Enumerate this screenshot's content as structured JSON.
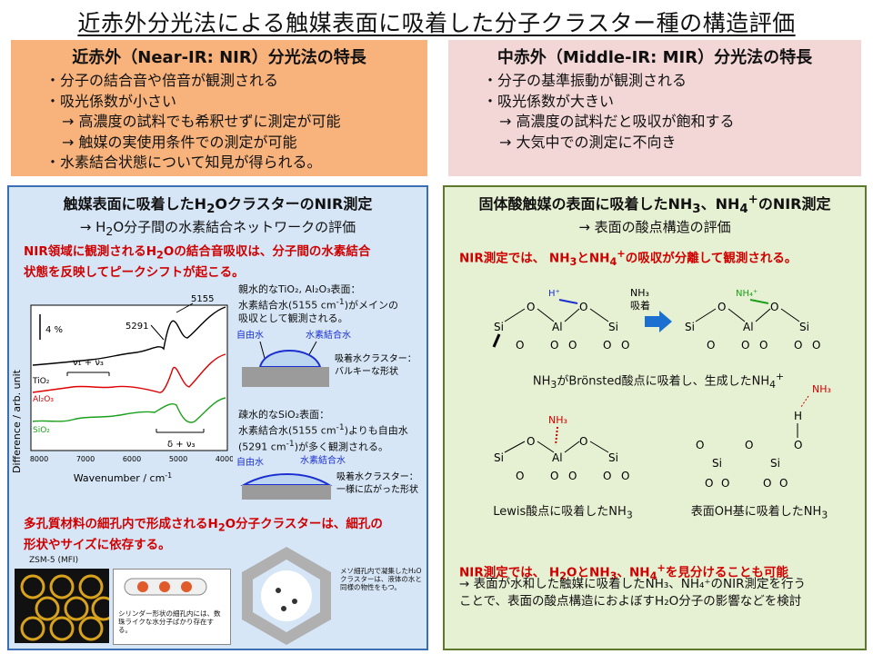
{
  "title": "近赤外分光法による触媒表面に吸着した分子クラスター種の構造評価",
  "nir_box": {
    "heading": "近赤外（Near-IR: NIR）分光法の特長",
    "items": [
      "・分子の結合音や倍音が観測される",
      "・吸光係数が小さい",
      "→ 高濃度の試料でも希釈せずに測定が可能",
      "→ 触媒の実使用条件での測定が可能",
      "・水素結合状態について知見が得られる。"
    ]
  },
  "mir_box": {
    "heading": "中赤外（Middle-IR: MIR）分光法の特長",
    "items": [
      "・分子の基準振動が観測される",
      "・吸光係数が大きい",
      "→ 高濃度の試料だと吸収が飽和する",
      "→ 大気中での測定に不向き"
    ]
  },
  "left_panel": {
    "heading_a": "触媒表面に吸着したH",
    "heading_sub": "2",
    "heading_b": "Oクラスター",
    "heading_c": "のNIR測定",
    "subheading_a": "→ H",
    "subheading_sub": "2",
    "subheading_b": "O分子間の水素結合ネットワークの評価",
    "red1_a": "NIR領域に観測されるH",
    "red1_sub": "2",
    "red1_b": "Oの結合音吸収は、分子間の水素結合",
    "red1_c": "状態を反映してピークシフトが起こる。",
    "chart": {
      "ylabel": "Difference / arb. unit",
      "xlabel": "Wavenumber / cm",
      "xlabel_sup": "-1",
      "scale": "4 %",
      "xticks": [
        "8000",
        "7000",
        "6000",
        "5000",
        "4000"
      ],
      "peak1": "5155",
      "peak2": "5291",
      "band1": "ν₁ + ν₃",
      "band2": "δ + ν₃",
      "s1": "TiO₂",
      "s2": "Al₂O₃",
      "s3": "SiO₂"
    },
    "hydrophilic_title": "親水的なTiO₂, Al₂O₃表面：",
    "hydrophilic_desc_a": "水素結合水(5155 cm",
    "hydrophilic_desc_sup": "-1",
    "hydrophilic_desc_b": ")がメインの",
    "hydrophilic_desc_c": "吸収として観測される。",
    "free_water": "自由水",
    "hb_water": "水素結合水",
    "cluster1_a": "吸着水クラスター：",
    "cluster1_b": "バルキーな形状",
    "hydrophobic_title": "疎水的なSiO₂表面：",
    "hydrophobic_desc_a": "水素結合水(5155 cm",
    "hydrophobic_desc_sup": "-1",
    "hydrophobic_desc_b": ")よりも自由水",
    "hydrophobic_desc_c": "(5291 cm",
    "hydrophobic_desc_d": ")が多く観測される。",
    "cluster2_a": "吸着水クラスター：",
    "cluster2_b": "一様に広がった形状",
    "red2_a": "多孔質材料の細孔内で形成されるH",
    "red2_sub": "2",
    "red2_b": "O分子クラスターは、細孔の",
    "red2_c": "形状やサイズに依存する。",
    "zsm": "ZSM-5 (MFI)",
    "cyl_note": "シリンダー形状の細孔内には、数珠ライクな水分子ばかり存在する。",
    "meso_note": "メソ細孔内で凝集したH₂Oクラスターは、液体の水と同様の物性をもつ。"
  },
  "right_panel": {
    "heading_a": "固体酸触媒の表面に吸着したNH",
    "heading_sub1": "3",
    "heading_b": "、NH",
    "heading_sub2": "4",
    "heading_sup": "+",
    "heading_c": "のNIR測定",
    "subheading": "→ 表面の酸点構造の評価",
    "red1_a": "NIR測定では、 NH",
    "red1_sub1": "3",
    "red1_b": "とNH",
    "red1_sub2": "4",
    "red1_sup": "+",
    "red1_c": "の吸収が分離して観測される。",
    "reaction_label": "NH₃",
    "reaction_label2": "吸着",
    "cap1_a": "NH",
    "cap1_sub": "3",
    "cap1_b": "がBrönsted酸点に吸着し、生成したNH",
    "cap1_sub2": "4",
    "cap1_sup": "+",
    "cap2_a": "Lewis酸点に吸着したNH",
    "cap2_sub": "3",
    "cap3_a": "表面OH基に吸着したNH",
    "cap3_sub": "3",
    "red2_a": "NIR測定では、 H",
    "red2_sub1": "2",
    "red2_b": "OとNH",
    "red2_sub2": "3",
    "red2_c": "、NH",
    "red2_sub3": "4",
    "red2_sup": "+",
    "red2_d": "を見分けることも可能",
    "conclusion1": "→ 表面が水和した触媒に吸着したNH₃、NH₄⁺のNIR測定を行う",
    "conclusion2": "ことで、表面の酸点構造におよぼすH₂O分子の影響などを検討"
  },
  "colors": {
    "nir_box": "#f8b37c",
    "mir_box": "#f3d7d7",
    "left_panel": "#d6e6f6",
    "right_panel": "#e6f0d2",
    "red": "#d00000",
    "blue": "#1b2fd0",
    "green": "#1aa01a"
  }
}
